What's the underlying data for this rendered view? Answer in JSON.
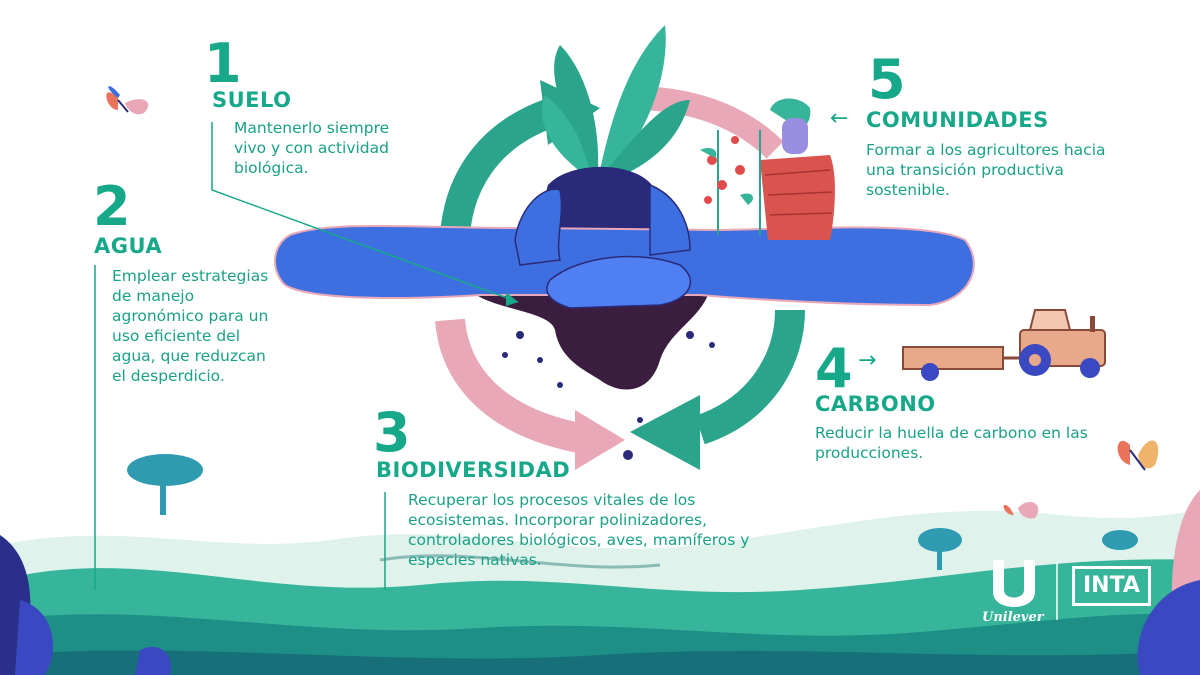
{
  "items": [
    {
      "number": "1",
      "title": "SUELO",
      "text": "Mantenerlo siempre vivo y con actividad biológica."
    },
    {
      "number": "2",
      "title": "AGUA",
      "text": "Emplear estrategias de manejo agronómico para un uso eficiente del agua, que reduzcan el desperdicio."
    },
    {
      "number": "3",
      "title": "BIODIVERSIDAD",
      "text": "Recuperar los procesos vitales de los ecosistemas. Incorporar polinizadores, controladores biológicos, aves, mamíferos y especies nativas."
    },
    {
      "number": "4",
      "title": "CARBONO",
      "text": "Reducir la huella de carbono en las producciones."
    },
    {
      "number": "5",
      "title": "COMUNIDADES",
      "text": "Formar a los agricultores hacia una transición productiva sostenible."
    }
  ],
  "logos": {
    "unilever": "Unilever",
    "inta": "INTA"
  },
  "colors": {
    "accent": "#17a88a",
    "blue": "#3e6fe0",
    "pink": "#e9a8b8",
    "teal": "#2aa58b",
    "navy": "#2a2a7a",
    "soil": "#3b1d3f"
  }
}
